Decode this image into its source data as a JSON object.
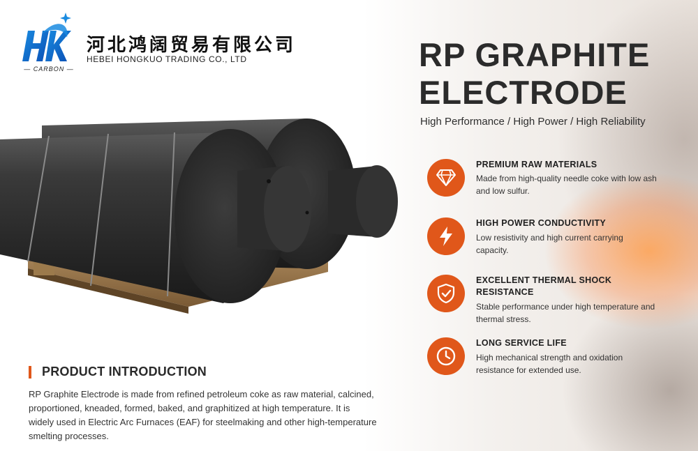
{
  "brand": {
    "logo_letters": "HK",
    "logo_tag": "CARBON",
    "company_cn": "河北鸿阔贸易有限公司",
    "company_en": "HEBEI HONGKUO TRADING CO., LTD",
    "accent_color": "#e0571a"
  },
  "hero": {
    "title_line1": "RP GRAPHITE",
    "title_line2": "ELECTRODE",
    "subtitle": "High Performance / High Power / High Reliability"
  },
  "features": [
    {
      "icon": "diamond-icon",
      "title": "PREMIUM RAW MATERIALS",
      "desc": "Made from high-quality needle coke with low ash and low sulfur."
    },
    {
      "icon": "lightning-icon",
      "title": "HIGH POWER CONDUCTIVITY",
      "desc": "Low resistivity and high current carrying capacity."
    },
    {
      "icon": "shield-check-icon",
      "title": "EXCELLENT THERMAL SHOCK RESISTANCE",
      "desc": "Stable performance under high temperature and thermal stress."
    },
    {
      "icon": "clock-icon",
      "title": "LONG SERVICE LIFE",
      "desc": "High mechanical strength and oxidation resistance for extended use."
    }
  ],
  "intro": {
    "heading": "PRODUCT INTRODUCTION",
    "body": "RP Graphite Electrode is made from refined petroleum coke as raw material, calcined, proportioned, kneaded, formed, baked, and graphitized at high temperature. It is widely used in Electric Arc Furnaces (EAF) for steelmaking and other high-temperature smelting processes."
  }
}
